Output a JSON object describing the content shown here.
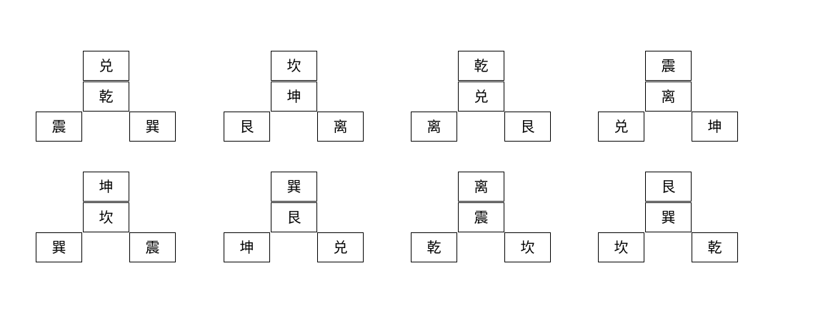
{
  "figures": [
    {
      "top": "兑",
      "middle": "乾",
      "left": "震",
      "right": "巽"
    },
    {
      "top": "坎",
      "middle": "坤",
      "left": "艮",
      "right": "离"
    },
    {
      "top": "乾",
      "middle": "兑",
      "left": "离",
      "right": "艮"
    },
    {
      "top": "震",
      "middle": "离",
      "left": "兑",
      "right": "坤"
    },
    {
      "top": "坤",
      "middle": "坎",
      "left": "巽",
      "right": "震"
    },
    {
      "top": "巽",
      "middle": "艮",
      "left": "坤",
      "right": "兑"
    },
    {
      "top": "离",
      "middle": "震",
      "left": "乾",
      "right": "坎"
    },
    {
      "top": "艮",
      "middle": "巽",
      "left": "坎",
      "right": "乾"
    }
  ]
}
